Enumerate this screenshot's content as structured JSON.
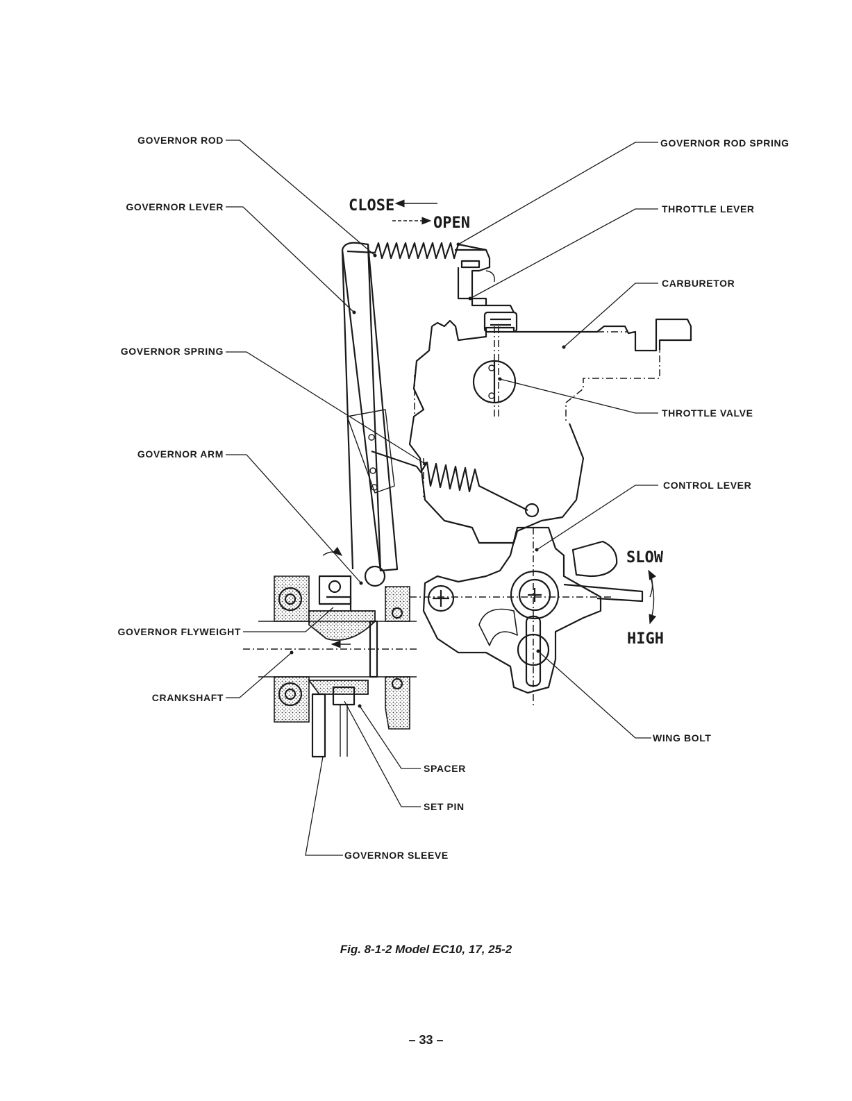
{
  "labels": {
    "governor_rod": "GOVERNOR ROD",
    "governor_lever": "GOVERNOR LEVER",
    "governor_spring": "GOVERNOR SPRING",
    "governor_arm": "GOVERNOR ARM",
    "governor_flyweight": "GOVERNOR FLYWEIGHT",
    "crankshaft": "CRANKSHAFT",
    "governor_rod_spring": "GOVERNOR ROD SPRING",
    "throttle_lever": "THROTTLE LEVER",
    "carburetor": "CARBURETOR",
    "throttle_valve": "THROTTLE VALVE",
    "control_lever": "CONTROL LEVER",
    "wing_bolt": "WING BOLT",
    "spacer": "SPACER",
    "set_pin": "SET PIN",
    "governor_sleeve": "GOVERNOR SLEEVE"
  },
  "directions": {
    "close": "CLOSE",
    "open": "OPEN",
    "slow": "SLOW",
    "high": "HIGH"
  },
  "caption": "Fig. 8-1-2    Model EC10, 17, 25-2",
  "page_number": "– 33 –"
}
